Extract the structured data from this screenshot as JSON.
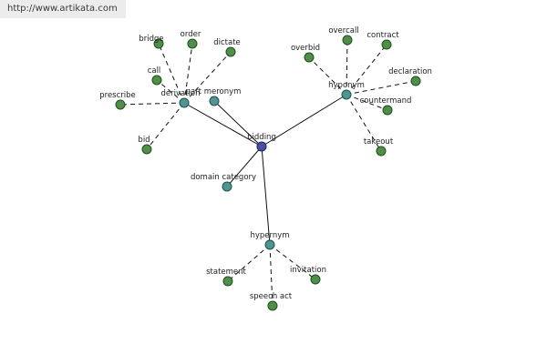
{
  "watermark": "http://www.artikata.com",
  "graph": {
    "center": "bidding",
    "relations": {
      "derivation": "derivation",
      "part_meronym": "part meronym",
      "hyponym": "hyponym",
      "domain_category": "domain category",
      "hypernym": "hypernym"
    },
    "leaves": {
      "bridge": "bridge",
      "order": "order",
      "dictate": "dictate",
      "call": "call",
      "prescribe": "prescribe",
      "bid": "bid",
      "overbid": "overbid",
      "overcall": "overcall",
      "contract": "contract",
      "declaration": "declaration",
      "countermand": "countermand",
      "takeout": "takeout",
      "statement": "statement",
      "invitation": "invitation",
      "speech_act": "speech act"
    }
  },
  "colors": {
    "leaf": "#4f8f4a",
    "relation": "#4f9693",
    "center": "#4a4fa2"
  }
}
